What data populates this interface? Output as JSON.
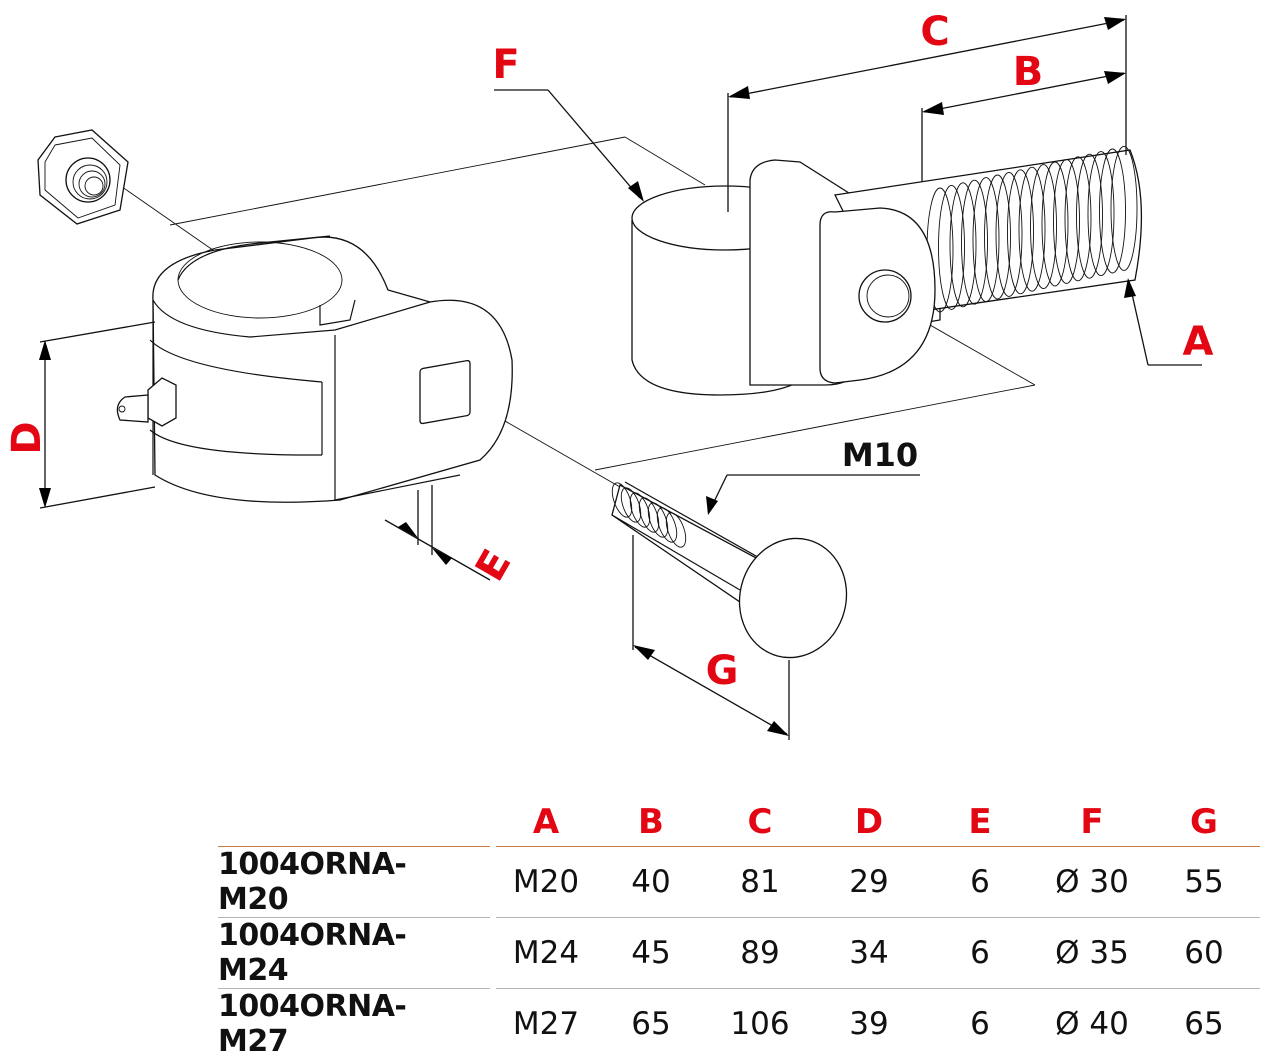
{
  "drawing": {
    "labels": {
      "A": "A",
      "B": "B",
      "C": "C",
      "D": "D",
      "E": "E",
      "F": "F",
      "G": "G",
      "bolt_thread": "M10"
    },
    "parts": [
      "lock-nut",
      "clamp-collar",
      "grease-nipple",
      "hinge-pin-cylinder",
      "threaded-eye-bolt",
      "carriage-bolt"
    ],
    "label_color": "#e30613"
  },
  "table": {
    "headers": [
      "",
      "A",
      "B",
      "C",
      "D",
      "E",
      "F",
      "G"
    ],
    "rows": [
      {
        "code": "1004ORNA-M20",
        "A": "M20",
        "B": "40",
        "C": "81",
        "D": "29",
        "E": "6",
        "F": "Ø 30",
        "G": "55"
      },
      {
        "code": "1004ORNA-M24",
        "A": "M24",
        "B": "45",
        "C": "89",
        "D": "34",
        "E": "6",
        "F": "Ø 35",
        "G": "60"
      },
      {
        "code": "1004ORNA-M27",
        "A": "M27",
        "B": "65",
        "C": "106",
        "D": "39",
        "E": "6",
        "F": "Ø 40",
        "G": "65"
      }
    ],
    "header_color": "#e30613",
    "header_rule_color": "#c97a45",
    "row_rule_color": "#b5b5b5"
  }
}
